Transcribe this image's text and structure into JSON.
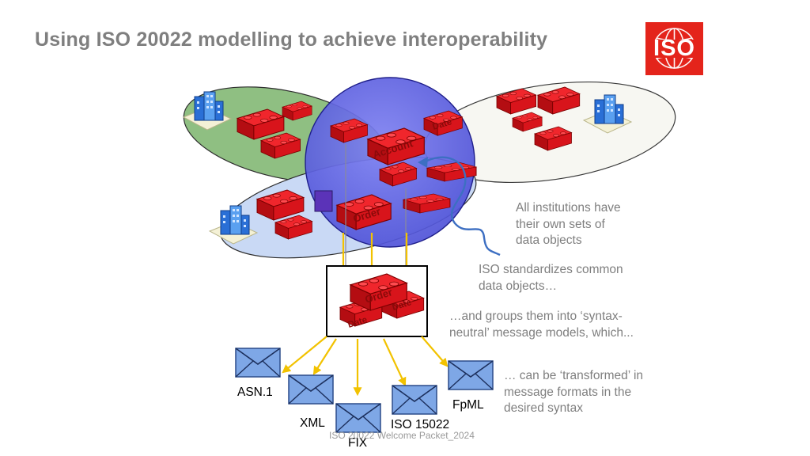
{
  "slide": {
    "title": "Using ISO 20022 modelling to achieve interoperability",
    "logo_text": "ISO",
    "footer": "ISO 20022 Welcome Packet_2024"
  },
  "annotations": {
    "institutions": [
      "All institutions have",
      "their own sets of",
      "data objects"
    ],
    "standardizes": [
      "ISO standardizes common",
      "data objects…"
    ],
    "groups": [
      "…and groups them into ‘syntax-",
      "neutral’ message models, which..."
    ],
    "transformed": [
      "… can be ‘transformed’ in",
      "message formats in the",
      "desired syntax"
    ]
  },
  "bricks": {
    "date_top": "Date",
    "account": "Account",
    "order_left": "Order",
    "order_box": "Order",
    "date_box_right": "Date",
    "date_box_left": "Date"
  },
  "formats": {
    "asn1": "ASN.1",
    "xml": "XML",
    "fix": "FIX",
    "iso15022": "ISO 15022",
    "fpml": "FpML"
  },
  "colors": {
    "title": "#7f7f7f",
    "logo": "#e4241b",
    "brick": "#e0141c",
    "center_circle": "#6b6ee8",
    "green_ellipse": "#8fbf82",
    "blue_ellipse": "#c9d9f5",
    "arrow": "#f2c200",
    "envelope": "#7ea7e6"
  }
}
